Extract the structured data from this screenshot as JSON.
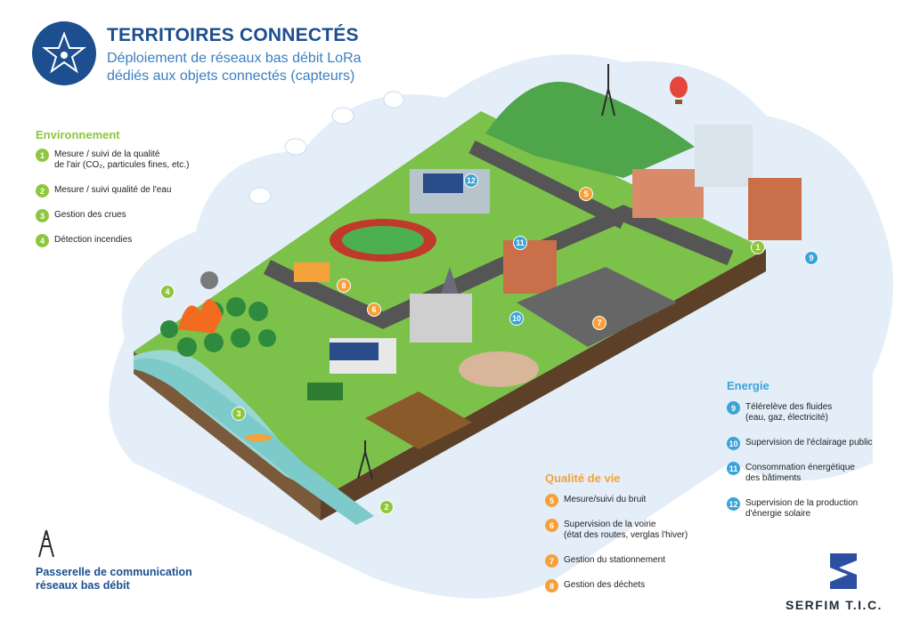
{
  "header": {
    "title": "TERRITOIRES CONNECTÉS",
    "subtitle_line1": "Déploiement de réseaux bas débit LoRa",
    "subtitle_line2": "dédiés aux objets connectés (capteurs)"
  },
  "colors": {
    "environment": "#8dc63f",
    "quality": "#f7a03a",
    "energy": "#3aa3d8",
    "title": "#1d4e8f"
  },
  "legend": {
    "environment": {
      "title": "Environnement",
      "items": [
        {
          "n": "1",
          "line1": "Mesure / suivi de la qualité",
          "line2": "de l'air (CO₂, particules fines, etc.)"
        },
        {
          "n": "2",
          "line1": "Mesure / suivi qualité de l'eau",
          "line2": ""
        },
        {
          "n": "3",
          "line1": "Gestion des crues",
          "line2": ""
        },
        {
          "n": "4",
          "line1": "Détection incendies",
          "line2": ""
        }
      ]
    },
    "quality": {
      "title": "Qualité de vie",
      "items": [
        {
          "n": "5",
          "line1": "Mesure/suivi du bruit",
          "line2": ""
        },
        {
          "n": "6",
          "line1": "Supervision de la voirie",
          "line2": "(état des routes, verglas l'hiver)"
        },
        {
          "n": "7",
          "line1": "Gestion du stationnement",
          "line2": ""
        },
        {
          "n": "8",
          "line1": "Gestion des déchets",
          "line2": ""
        }
      ]
    },
    "energy": {
      "title": "Energie",
      "items": [
        {
          "n": "9",
          "line1": "Télérelève des fluides",
          "line2": "(eau, gaz, électricité)"
        },
        {
          "n": "10",
          "line1": "Supervision de l'éclairage public",
          "line2": ""
        },
        {
          "n": "11",
          "line1": "Consommation énergétique",
          "line2": "des bâtiments"
        },
        {
          "n": "12",
          "line1": "Supervision de la production",
          "line2": "d'énergie solaire"
        }
      ]
    }
  },
  "gateway": {
    "line1": "Passerelle de communication",
    "line2": "réseaux bas débit"
  },
  "brand": {
    "name": "SERFIM T.I.C."
  },
  "markers": {
    "m1": "1",
    "m2": "2",
    "m3": "3",
    "m4": "4",
    "m5": "5",
    "m6": "6",
    "m7": "7",
    "m8": "8",
    "m9": "9",
    "m10": "10",
    "m11": "11",
    "m12": "12"
  },
  "icons": [
    "connected-star-icon",
    "antenna-icon",
    "hot-air-balloon-icon",
    "cloud-icon",
    "serfim-logo-icon"
  ]
}
